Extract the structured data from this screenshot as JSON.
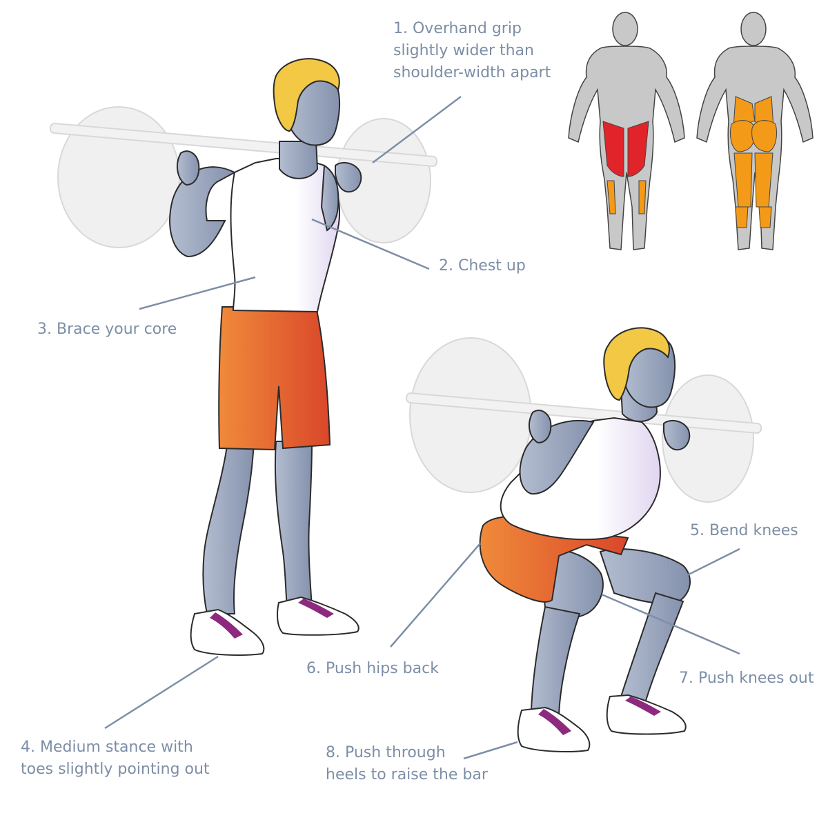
{
  "labels": {
    "step1": [
      "1. Overhand grip",
      "slightly wider than",
      "shoulder-width apart"
    ],
    "step2": "2. Chest up",
    "step3": "3. Brace your core",
    "step4": [
      "4. Medium stance with",
      "toes slightly pointing out"
    ],
    "step5": "5. Bend knees",
    "step6": "6. Push hips back",
    "step7": "7. Push knees out",
    "step8": [
      "8. Push through",
      "heels to raise the bar"
    ]
  },
  "colors": {
    "skin": "#9aa6be",
    "skin_dark": "#7a87a3",
    "hair": "#f2c844",
    "shorts": "#e0602e",
    "shorts_light": "#f08a3a",
    "shirt": "#ffffff",
    "shoe_accent": "#8d2a7f",
    "plate": "#f0f0f0",
    "leader_line": "#7d8ea6",
    "muscle_primary": "#e0242a",
    "muscle_secondary": "#f39a18",
    "muscle_neutral": "#c8c8c8"
  }
}
